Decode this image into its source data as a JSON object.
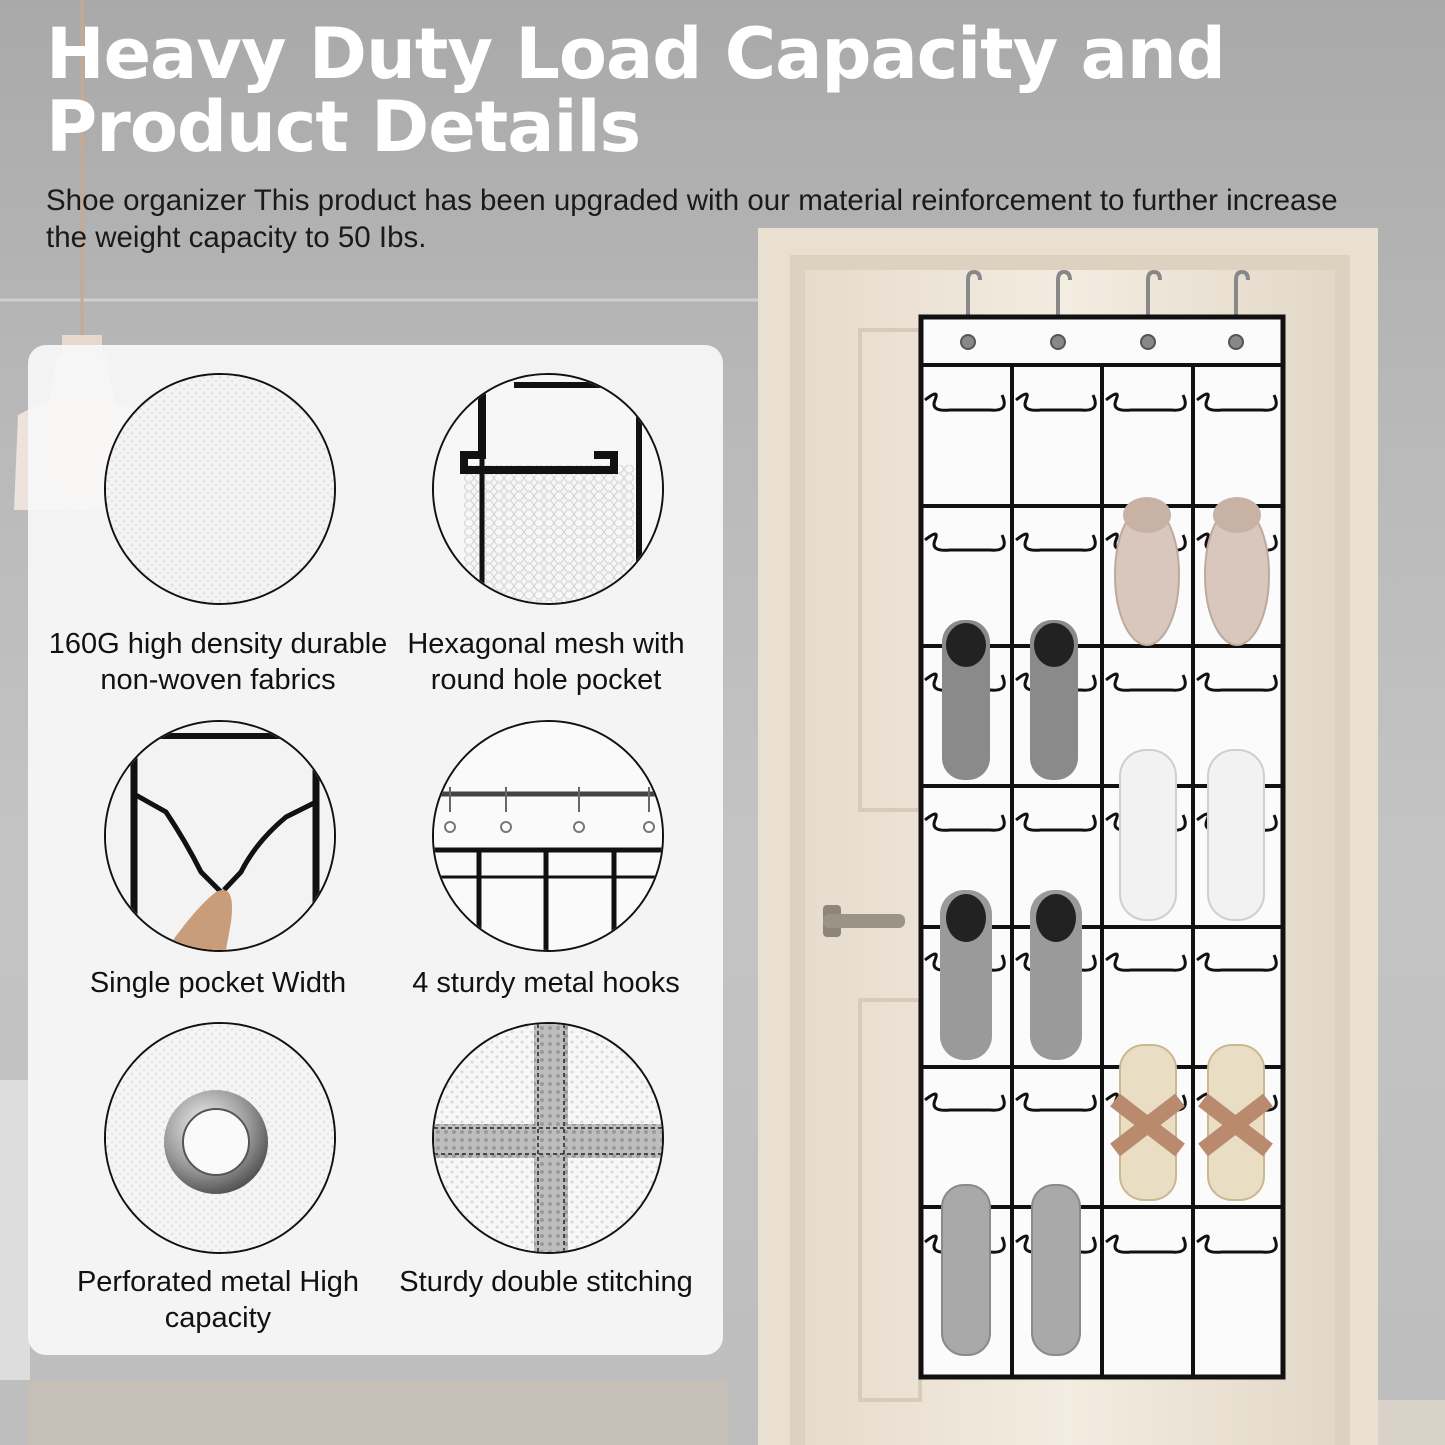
{
  "headline": "Heavy Duty Load Capacity and Product Details",
  "subtitle": "Shoe organizer This product has been upgraded with our material reinforcement to further increase the weight capacity to 50 Ibs.",
  "features": [
    {
      "caption": "160G high density durable non-woven fabrics",
      "icon": "fabric-texture-icon"
    },
    {
      "caption": "Hexagonal mesh with round hole pocket",
      "icon": "mesh-pocket-icon"
    },
    {
      "caption": "Single pocket Width",
      "icon": "pocket-width-icon"
    },
    {
      "caption": "4 sturdy metal hooks",
      "icon": "metal-hooks-icon"
    },
    {
      "caption": "Perforated metal High capacity",
      "icon": "metal-grommet-icon"
    },
    {
      "caption": "Sturdy double stitching",
      "icon": "double-stitching-icon"
    }
  ],
  "organizer": {
    "hooks": 4,
    "columns": 4,
    "rows": 7
  },
  "colors": {
    "headline": "#ffffff",
    "text": "#111111",
    "frame": "#111111",
    "wall": "#b8b8b8",
    "door": "#efe6d8"
  }
}
